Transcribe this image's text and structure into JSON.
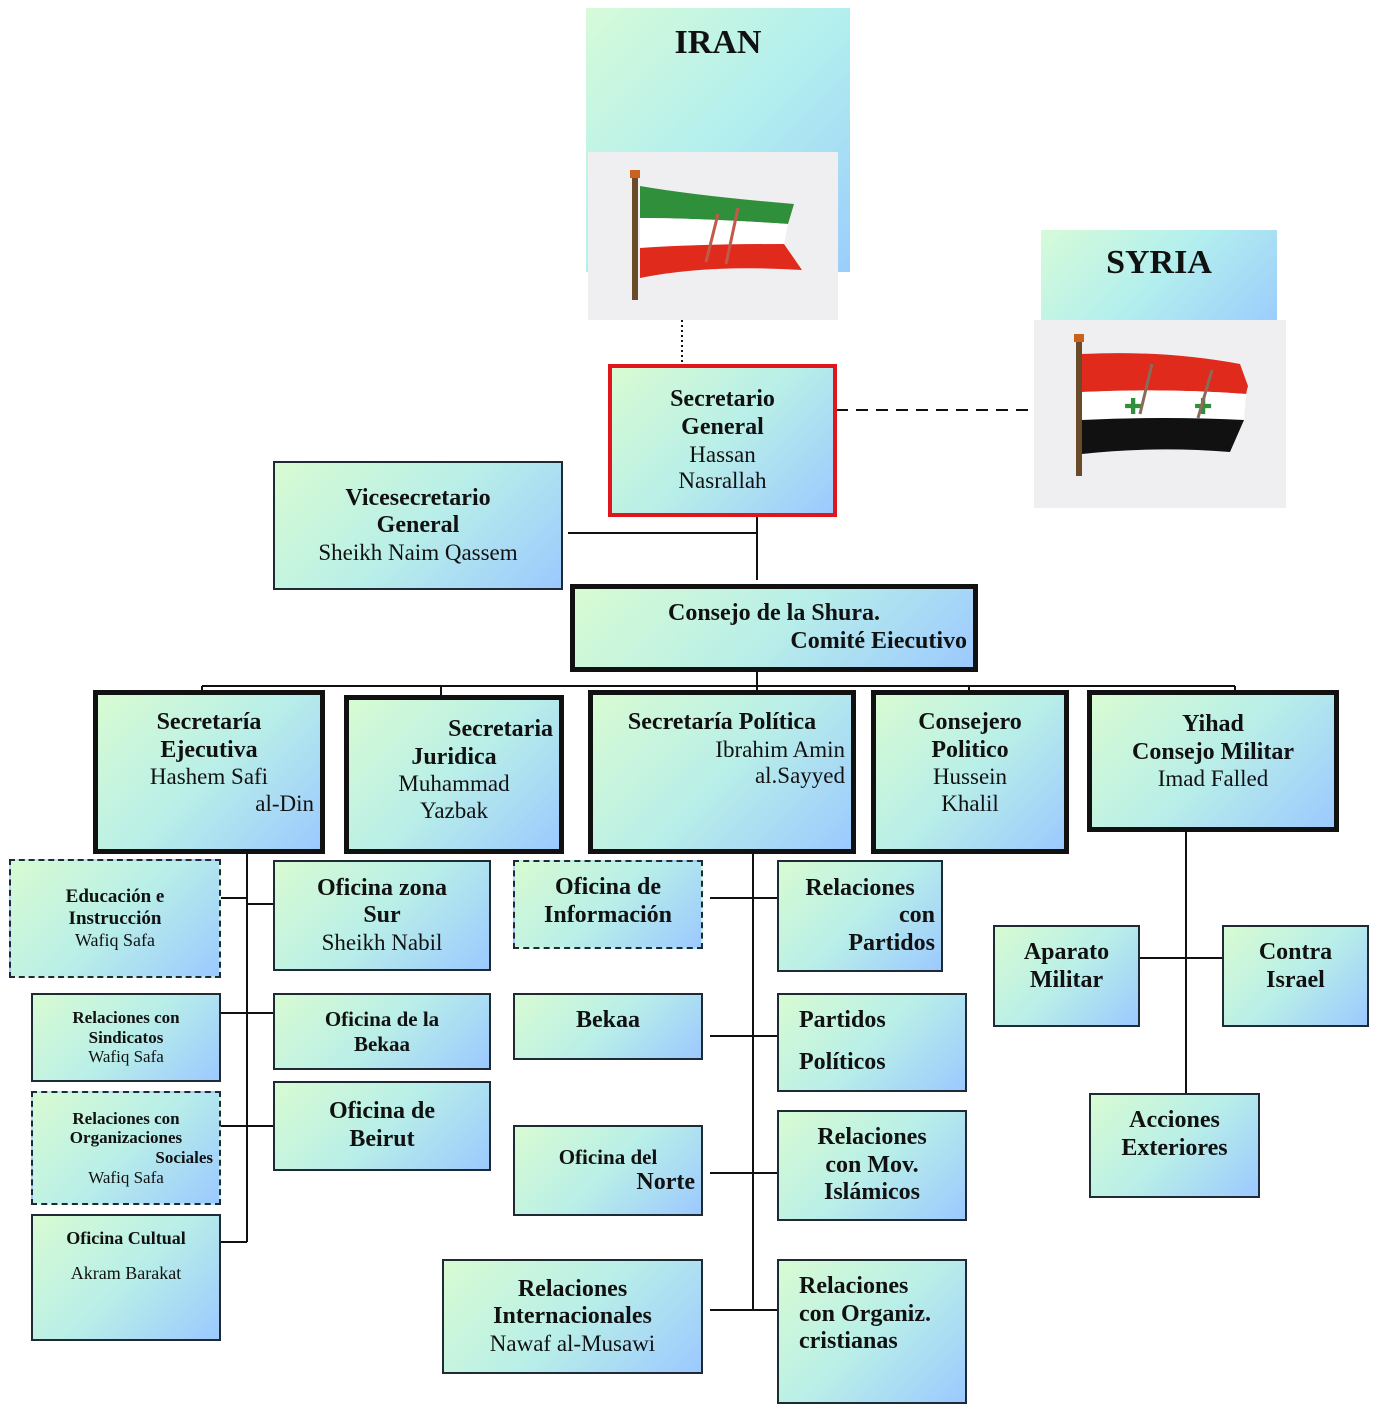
{
  "countries": {
    "iran": {
      "label": "IRAN",
      "flag_colors": [
        "#2f8f3a",
        "#ffffff",
        "#e02a1c"
      ]
    },
    "syria": {
      "label": "SYRIA",
      "flag_colors": [
        "#e02a1c",
        "#ffffff",
        "#111111"
      ]
    }
  },
  "secretario_general": {
    "title_1": "Secretario",
    "title_2": "General",
    "name_1": "Hassan",
    "name_2": "Nasrallah"
  },
  "vicesecretario": {
    "title_1": "Vicesecretario",
    "title_2": "General",
    "name": "Sheikh Naim Qassem"
  },
  "consejo": {
    "line_1": "Consejo de la Shura.",
    "line_2": "Comité Eiecutivo"
  },
  "secretarias": {
    "ejecutiva": {
      "title_1": "Secretaría",
      "title_2": "Ejecutiva",
      "name_1": "Hashem Safi",
      "name_2": "al-Din"
    },
    "juridica": {
      "title_1": "Secretaria",
      "title_2": "Juridica",
      "name_1": "Muhammad",
      "name_2": "Yazbak"
    },
    "politica": {
      "title": "Secretaría Política",
      "name_1": "Ibrahim Amin",
      "name_2": "al.Sayyed"
    },
    "consejero": {
      "title_1": "Consejero",
      "title_2": "Politico",
      "name_1": "Hussein",
      "name_2": "Khalil"
    },
    "yihad": {
      "title_1": "Yihad",
      "title_2": "Consejo Militar",
      "name": "Imad Falled"
    }
  },
  "ejecutiva_left": {
    "educacion": {
      "title_1": "Educación e",
      "title_2": "Instrucción",
      "name": "Wafiq Safa"
    },
    "sindicatos": {
      "title_1": "Relaciones con",
      "title_2": "Sindicatos",
      "name": "Wafiq Safa"
    },
    "organizaciones": {
      "title_1": "Relaciones con",
      "title_2": "Organizaciones",
      "title_3": "Sociales",
      "name": "Wafiq Safa"
    },
    "cultural": {
      "title": "Oficina Cultual",
      "name": "Akram Barakat"
    }
  },
  "ejecutiva_right": {
    "sur": {
      "title_1": "Oficina zona",
      "title_2": "Sur",
      "name": "Sheikh Nabil"
    },
    "bekaa": {
      "title_1": "Oficina de la",
      "title_2": "Bekaa"
    },
    "beirut": {
      "title_1": "Oficina de",
      "title_2": "Beirut"
    }
  },
  "politica_left": {
    "informacion": {
      "title_1": "Oficina de",
      "title_2": "Información"
    },
    "bekaa": {
      "title": "Bekaa"
    },
    "norte": {
      "title_1": "Oficina del",
      "title_2": "Norte"
    },
    "internacionales": {
      "title_1": "Relaciones",
      "title_2": "Internacionales",
      "name": "Nawaf al-Musawi"
    }
  },
  "politica_right": {
    "partidos": {
      "title_1": "Relaciones",
      "title_2": "con",
      "title_3": "Partidos"
    },
    "politicos": {
      "title_1": "Partidos",
      "title_2": "Políticos"
    },
    "islamicos": {
      "title_1": "Relaciones",
      "title_2": "con Mov.",
      "title_3": "Islámicos"
    },
    "cristianas": {
      "title_1": "Relaciones",
      "title_2": "con Organiz.",
      "title_3": "cristianas"
    }
  },
  "militar": {
    "aparato": {
      "title_1": "Aparato",
      "title_2": "Militar"
    },
    "contra": {
      "title_1": "Contra",
      "title_2": "Israel"
    },
    "acciones": {
      "title_1": "Acciones",
      "title_2": "Exteriores"
    }
  }
}
